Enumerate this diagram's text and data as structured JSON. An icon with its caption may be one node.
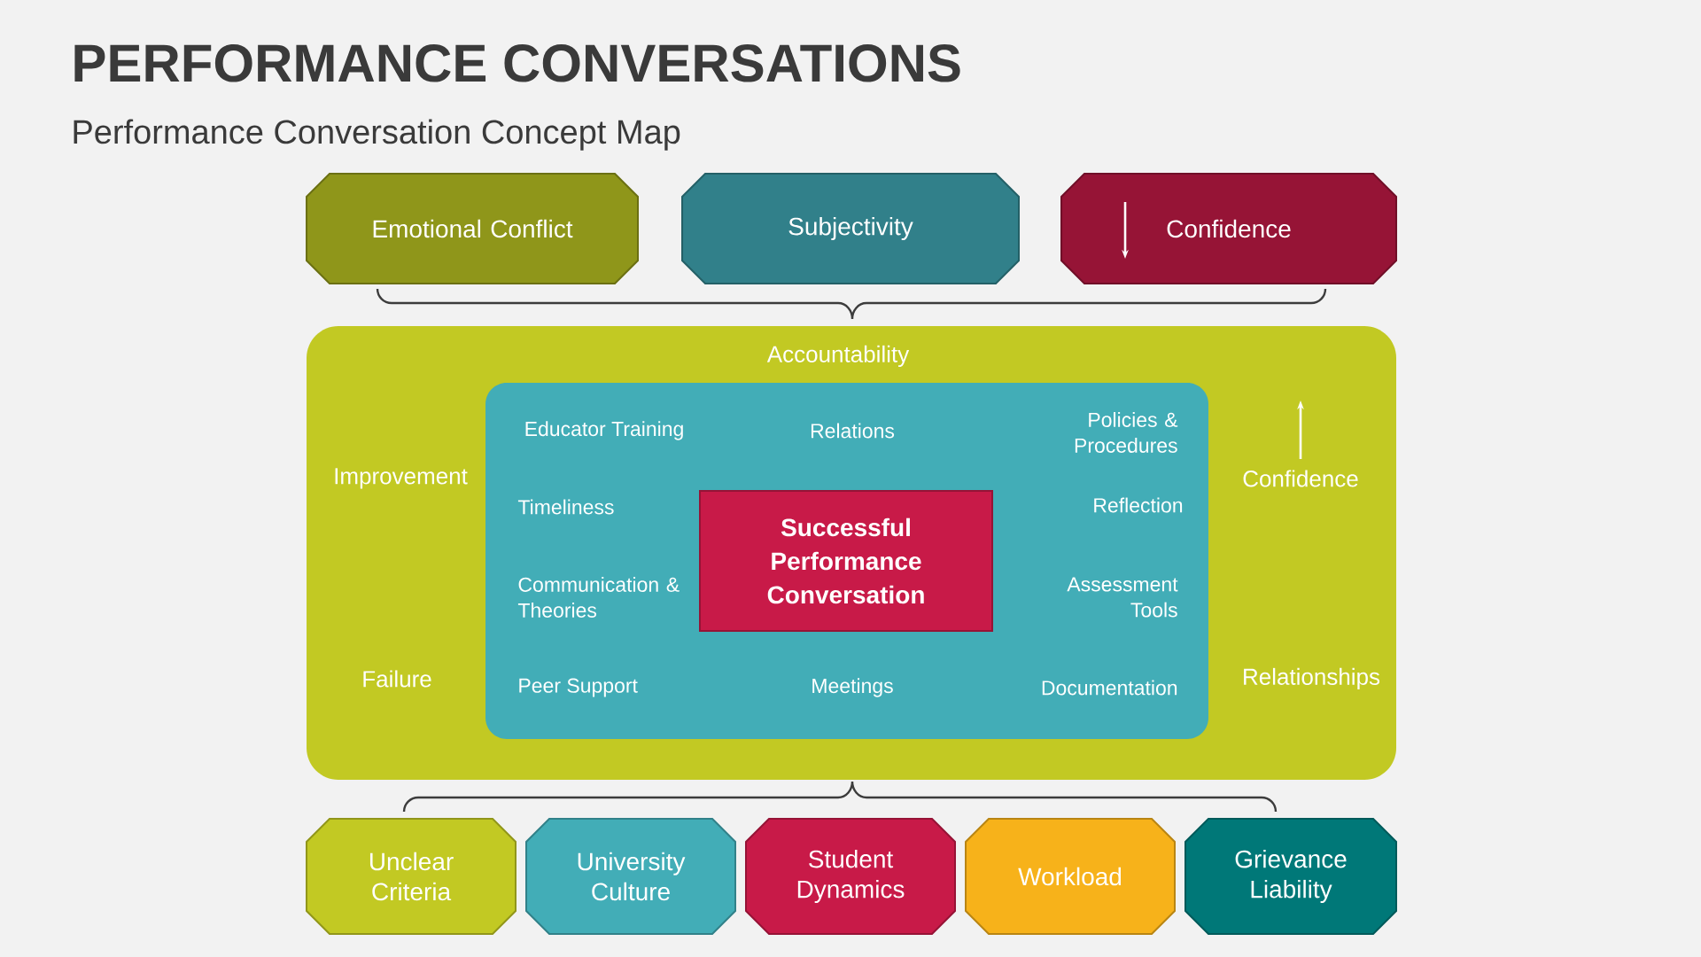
{
  "diagram": {
    "title": "PERFORMANCE CONVERSATIONS",
    "caption": "Performance Conversation Concept Map",
    "nodes": [
      {
        "text": [
          "Emotional Conflict"
        ]
      },
      {
        "text": [
          "Subjectivity"
        ]
      },
      {
        "text": [
          "Confidence"
        ]
      },
      {
        "text": [
          "Accountability",
          "Improvement",
          "Confidence",
          "Failure",
          "Relationships"
        ]
      },
      {
        "text": [
          "Educator Training",
          "Relations",
          "Policies & Procedures",
          "Timeliness",
          "Reflection",
          "Communication & Theories",
          "Assessment Tools",
          "Peer Support",
          "Meetings",
          "Documentation"
        ],
        "in": 3
      },
      {
        "text": [
          "Successful Performance Conversation"
        ],
        "in": 4
      },
      {
        "text": [
          "Unclear Criteria"
        ]
      },
      {
        "text": [
          "University Culture"
        ]
      },
      {
        "text": [
          "Student Dynamics"
        ]
      },
      {
        "text": [
          "Workload"
        ]
      },
      {
        "text": [
          "Grievance Liability"
        ]
      }
    ],
    "edges": []
  }
}
